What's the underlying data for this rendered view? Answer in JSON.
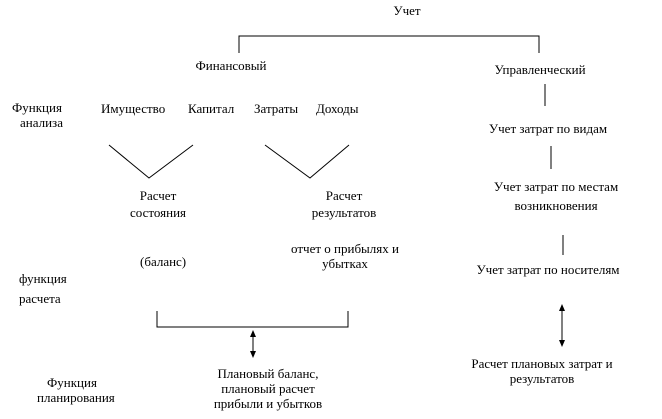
{
  "diagram": {
    "root": "Учет",
    "branches": {
      "financial": "Финансовый",
      "managerial": "Управленческий"
    },
    "left_labels": {
      "analysis": [
        "Функция",
        "анализа"
      ],
      "calculation": [
        "функция",
        "расчета"
      ],
      "planning": [
        "Функция",
        "планирования"
      ]
    },
    "financial_items": {
      "property": "Имущество",
      "capital": "Капитал",
      "costs": "Затраты",
      "income": "Доходы"
    },
    "state_calc": [
      "Расчет",
      "состояния"
    ],
    "results_calc": [
      "Расчет",
      "результатов"
    ],
    "balance": "(баланс)",
    "profit_loss": [
      "отчет о прибылях и",
      "убытках"
    ],
    "financial_plan": [
      "Плановый баланс,",
      "плановый расчет",
      "прибыли и убытков"
    ],
    "managerial_steps": {
      "by_type": "Учет затрат по видам",
      "by_place": [
        "Учет затрат по местам",
        "возникновения"
      ],
      "by_carrier": "Учет затрат по носителям",
      "plan": [
        "Расчет плановых затрат и",
        "результатов"
      ]
    }
  }
}
